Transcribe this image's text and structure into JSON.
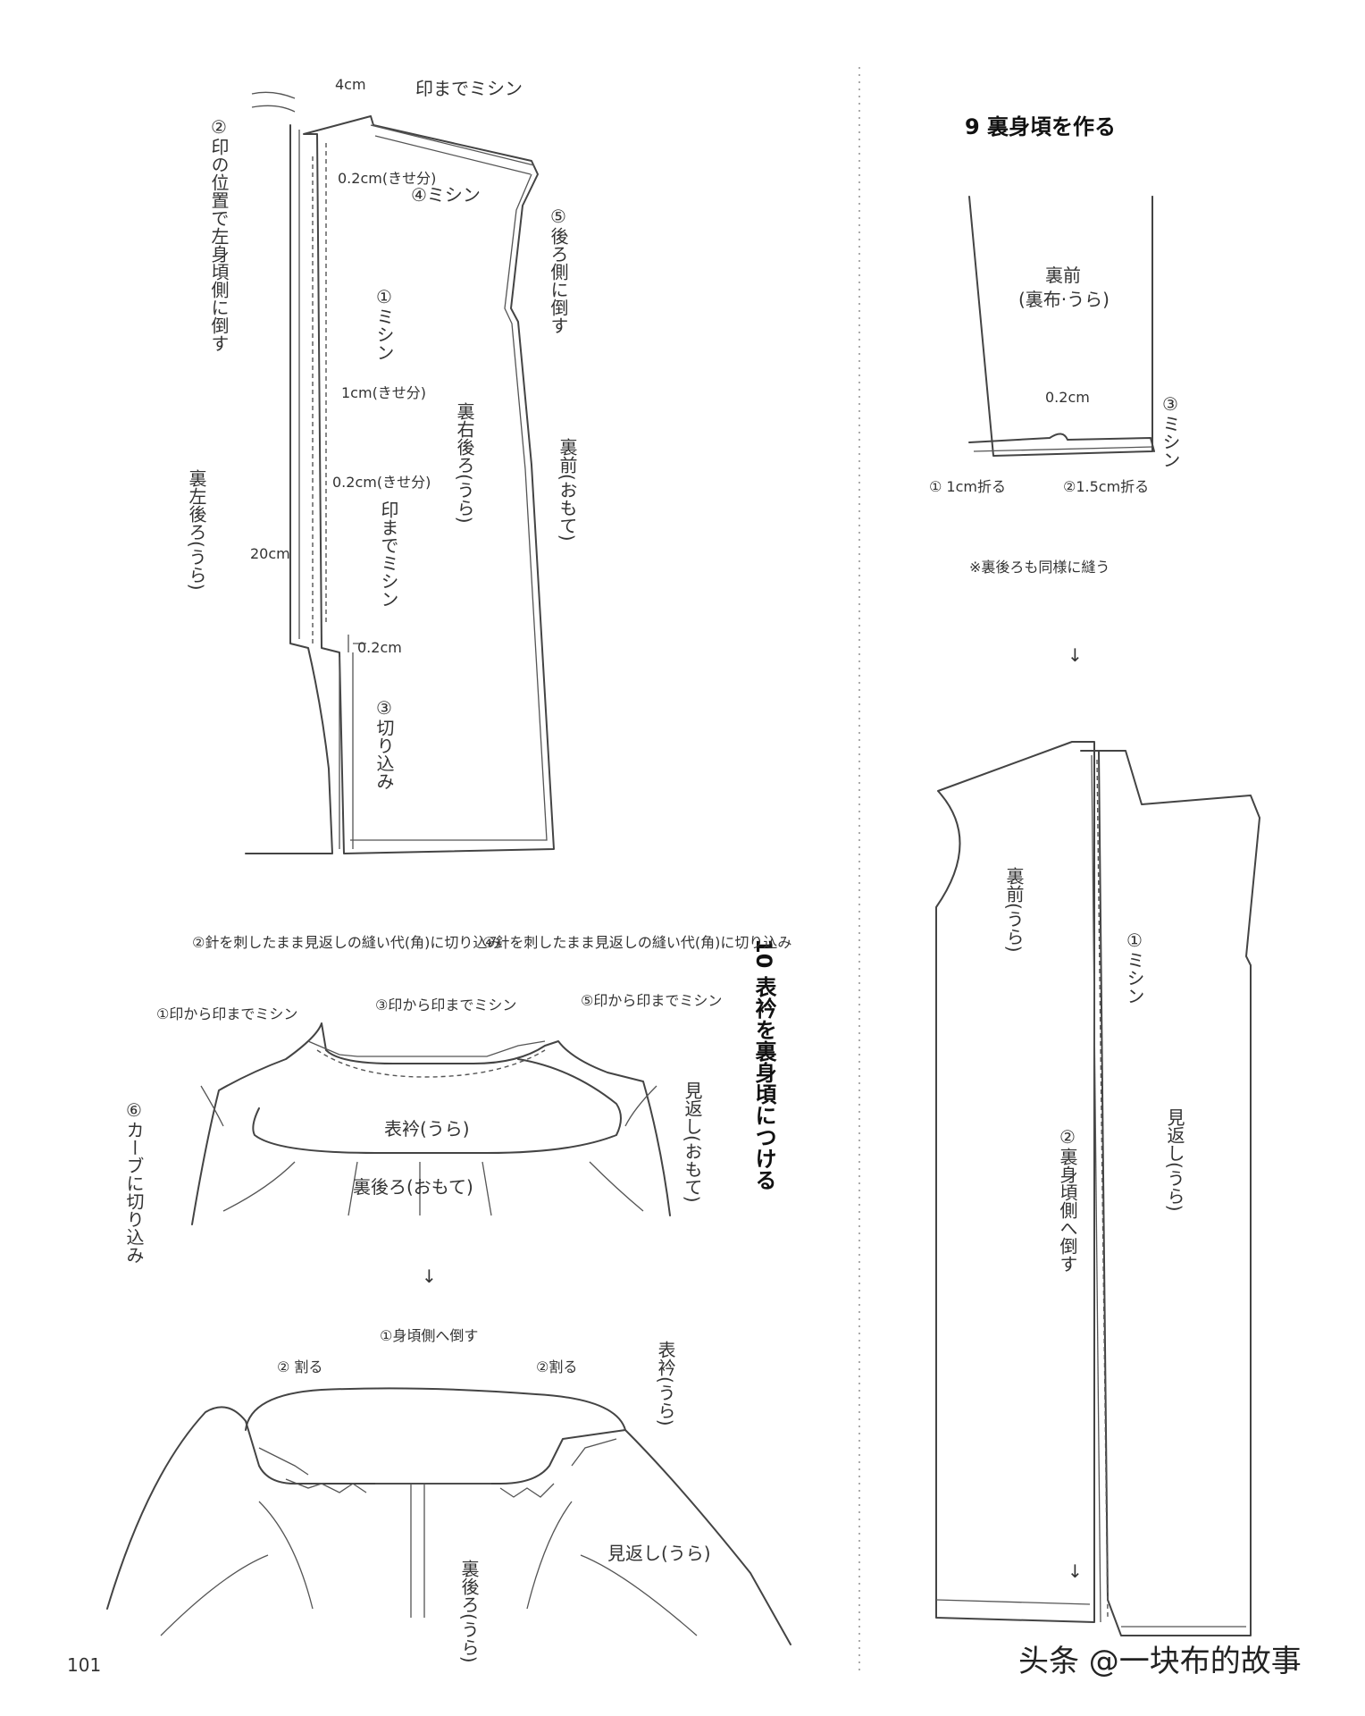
{
  "page": {
    "number": "101",
    "watermark": "头条 @一块布的故事"
  },
  "section9": {
    "title": "9 裏身頃を作る",
    "labels": {
      "front_lining": "裏前",
      "front_lining_sub": "(裏布·うら)",
      "seam_02": "0.2cm",
      "step3": "③ミシン",
      "step1": "① 1cm折る",
      "step2": "②1.5cm折る",
      "note": "※裏後ろも同様に縫う",
      "front_back": "裏前(うら)",
      "step1b": "①ミシン",
      "step2b": "②裏身頃側へ倒す",
      "facing": "見返し(うら)"
    },
    "arrows": [
      "↓",
      "↓"
    ]
  },
  "back_section": {
    "labels": {
      "top_note": "印までミシン",
      "dim_4cm": "4cm",
      "step2_text": "②印の位置で左身頃側に倒す",
      "dim_02_top": "0.2cm(きせ分)",
      "step4": "④ミシン",
      "step5": "⑤後ろ側に倒す",
      "step_mishin": "①ミシン",
      "dim_1cm": "1cm(きせ分)",
      "dim_02_mid": "0.2cm(きせ分)",
      "right_back": "裏右後ろ(うら)",
      "front_omote": "裏前(おもて)",
      "left_back": "裏左後ろ(うら)",
      "to_mark": "印までミシン",
      "dim_20cm": "20cm",
      "dim_02_bottom": "0.2cm",
      "step3_cut": "③切り込み"
    }
  },
  "section10": {
    "title": "10 表衿を裏身頃につける",
    "labels": {
      "step2": "②針を刺したまま見返しの縫い代(角)に切り込み",
      "step4": "④針を刺したまま見返しの縫い代(角)に切り込み",
      "step1": "①印から印までミシン",
      "step3": "③印から印までミシン",
      "step5": "⑤印から印までミシン",
      "step6": "⑥カーブに切り込み",
      "collar": "表衿(うら)",
      "facing_omote": "見返し(おもて)",
      "back_omote": "裏後ろ(おもて)",
      "b_step1": "①身頃側へ倒す",
      "b_step2_left": "② 割る",
      "b_step2_right": "②割る",
      "b_collar": "表衿(うら)",
      "b_facing": "見返し(うら)",
      "b_back": "裏後ろ(うら)"
    },
    "arrow": "↓"
  }
}
